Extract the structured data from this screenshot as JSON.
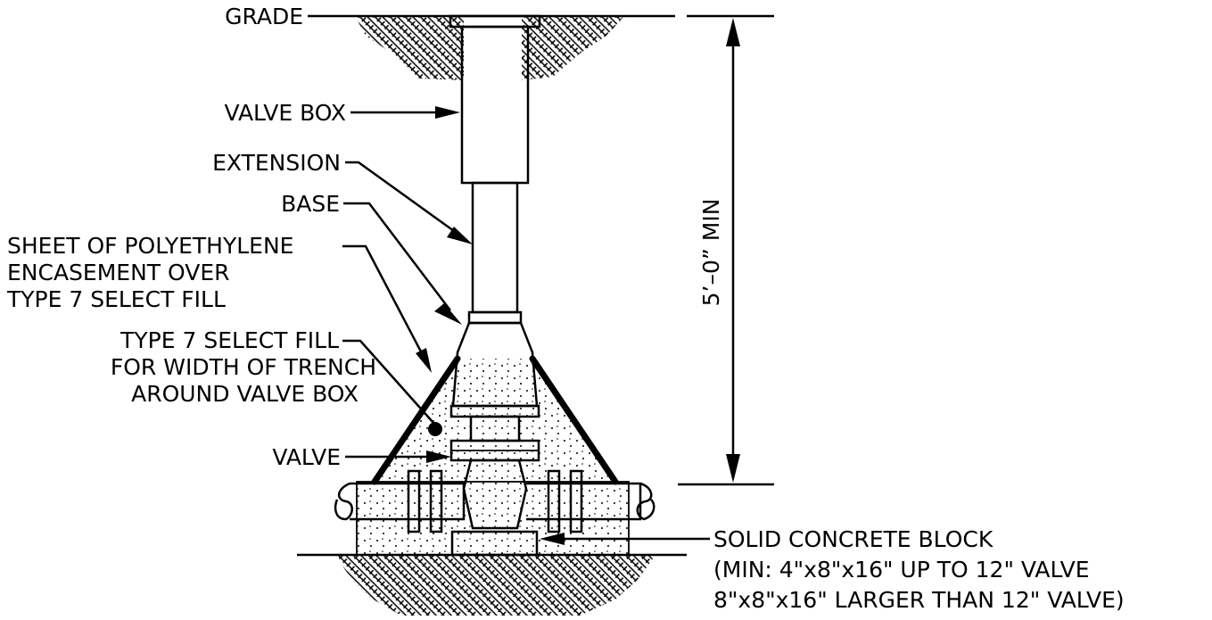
{
  "labels": {
    "grade": "GRADE",
    "valve_box": "VALVE BOX",
    "extension": "EXTENSION",
    "base": "BASE",
    "sheet_1": "SHEET OF POLYETHYLENE",
    "sheet_2": "ENCASEMENT OVER",
    "sheet_3": "TYPE 7 SELECT FILL",
    "fill_1": "TYPE 7 SELECT FILL",
    "fill_2": "FOR WIDTH OF TRENCH",
    "fill_3": "AROUND VALVE BOX",
    "valve": "VALVE",
    "block_1": "SOLID CONCRETE BLOCK",
    "block_2": "(MIN: 4\"x8\"x16\" UP TO 12\" VALVE",
    "block_3": "8\"x8\"x16\" LARGER THAN 12\" VALVE)",
    "dimension": "5’–0” MIN"
  }
}
